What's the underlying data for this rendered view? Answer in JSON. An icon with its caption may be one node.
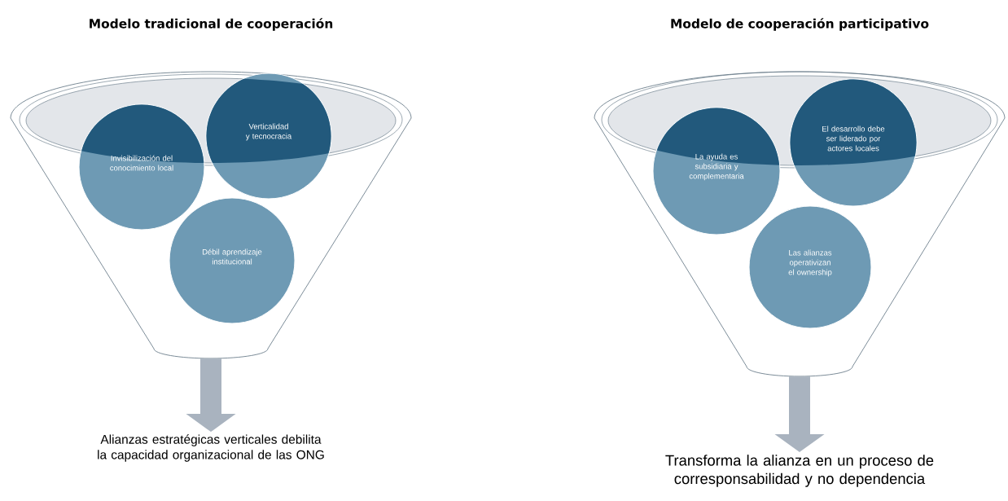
{
  "diagram": {
    "nodes": [
      {
        "text": [
          "Modelo tradicional de cooperación"
        ]
      },
      {
        "text": [
          "Invisibilización del conocimiento local"
        ],
        "in": 0
      },
      {
        "text": [
          "Verticalidad y tecnocracia"
        ],
        "in": 0
      },
      {
        "text": [
          "Débil aprendizaje institucional"
        ],
        "in": 0
      },
      {
        "text": [
          "Alianzas estratégicas verticales debilita la capacidad organizacional de las ONG"
        ]
      },
      {
        "text": [
          "Modelo de cooperación participativo"
        ]
      },
      {
        "text": [
          "La ayuda es subsidiaria y complementaria"
        ],
        "in": 5
      },
      {
        "text": [
          "El desarrollo debe ser liderado por actores locales"
        ],
        "in": 5
      },
      {
        "text": [
          "Las alianzas operativizan el ownership"
        ],
        "in": 5
      },
      {
        "text": [
          "Transforma la alianza en un proceso de corresponsabilidad y no dependencia"
        ]
      }
    ],
    "edges": [
      {
        "from": 0,
        "to": 4,
        "arrow": "to"
      },
      {
        "from": 5,
        "to": 9,
        "arrow": "to"
      }
    ]
  }
}
